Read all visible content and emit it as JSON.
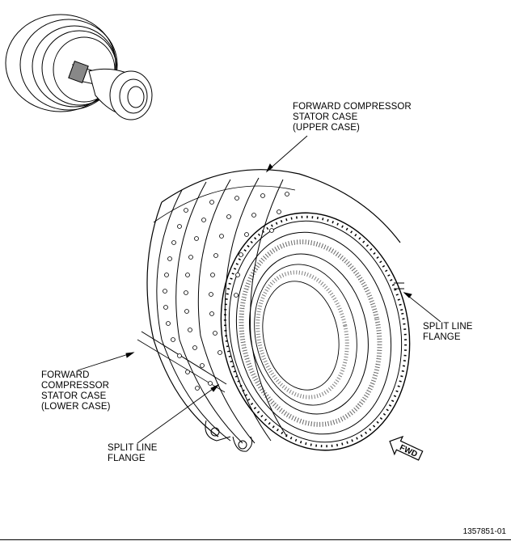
{
  "labels": {
    "upper_case": [
      "FORWARD COMPRESSOR",
      "STATOR CASE",
      "(UPPER CASE)"
    ],
    "split_line_right": [
      "SPLIT LINE",
      "FLANGE"
    ],
    "lower_case": [
      "FORWARD",
      "COMPRESSOR",
      "STATOR CASE",
      "(LOWER CASE)"
    ],
    "split_line_bottom": [
      "SPLIT LINE",
      "FLANGE"
    ]
  },
  "fwd_arrow": "FWD",
  "figure_id": "1357851-01",
  "icons": [
    "engine-locator-icon",
    "fwd-arrow-icon"
  ]
}
